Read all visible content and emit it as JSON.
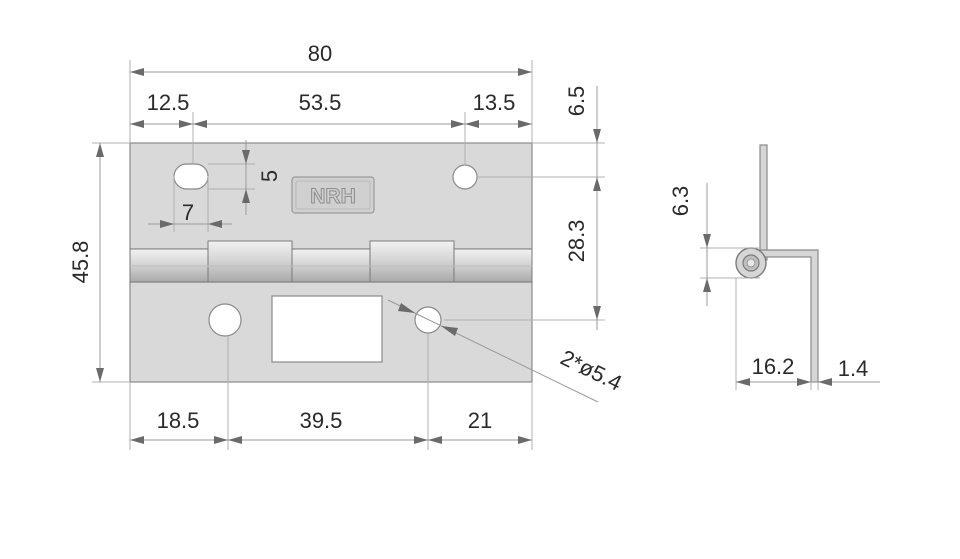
{
  "logo": {
    "text": "NRH"
  },
  "dimensions": {
    "overall_width": "80",
    "left_hole_offset_top": "12.5",
    "hole_spacing_top": "53.5",
    "right_hole_offset_top": "13.5",
    "top_margin": "6.5",
    "slot_height": "5",
    "slot_width": "7",
    "overall_height": "45.8",
    "hole_vertical_spacing": "28.3",
    "left_hole_offset_bottom": "18.5",
    "hole_spacing_bottom": "39.5",
    "right_hole_offset_bottom": "21",
    "hole_diameter": "2*ø5.4",
    "pin_offset": "6.3",
    "side_width": "16.2",
    "thickness": "1.4"
  }
}
